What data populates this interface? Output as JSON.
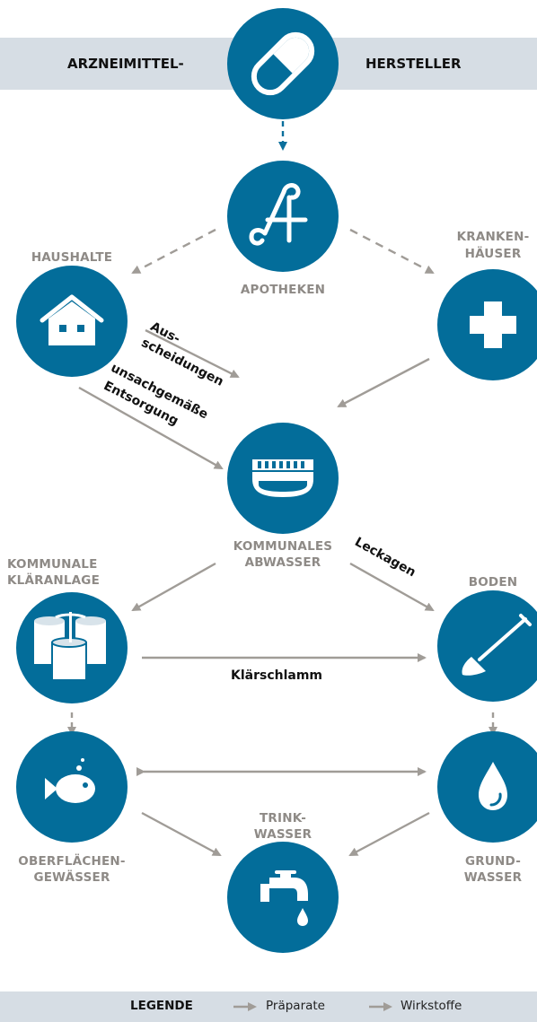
{
  "colors": {
    "circle": "#036d9a",
    "band": "#d6dde4",
    "label_gray": "#8e8a86",
    "arrow_gray": "#a09c97",
    "arrow_blue": "#0a6f9c"
  },
  "top_band": {
    "left": "ARZNEIMITTEL-",
    "right": "HERSTELLER"
  },
  "nodes": {
    "manufacturer": {
      "icon": "pill-icon"
    },
    "pharmacy": {
      "label": "APOTHEKEN",
      "icon": "pharmacy-a-icon"
    },
    "households": {
      "label": "HAUSHALTE",
      "icon": "house-icon"
    },
    "hospitals": {
      "label_1": "KRANKEN-",
      "label_2": "HÄUSER",
      "icon": "cross-icon"
    },
    "wastewater": {
      "label_1": "KOMMUNALES",
      "label_2": "ABWASSER",
      "icon": "drain-icon"
    },
    "treatment_plant": {
      "label_1": "KOMMUNALE",
      "label_2": "KLÄRANLAGE",
      "icon": "treatment-tanks-icon"
    },
    "soil": {
      "label": "BODEN",
      "icon": "shovel-icon"
    },
    "surface_water": {
      "label_1": "OBERFLÄCHEN-",
      "label_2": "GEWÄSSER",
      "icon": "fish-icon"
    },
    "groundwater": {
      "label_1": "GRUND-",
      "label_2": "WASSER",
      "icon": "droplet-icon"
    },
    "drinking_water": {
      "label_1": "TRINK-",
      "label_2": "WASSER",
      "icon": "faucet-icon"
    }
  },
  "flow_labels": {
    "excretion_1": "Aus-",
    "excretion_2": "scheidungen",
    "disposal_1": "unsachgemäße",
    "disposal_2": "Entsorgung",
    "leakage": "Leckagen",
    "sludge": "Klärschlamm"
  },
  "legend": {
    "title": "LEGENDE",
    "items": [
      "Präparate",
      "Wirkstoffe"
    ]
  }
}
